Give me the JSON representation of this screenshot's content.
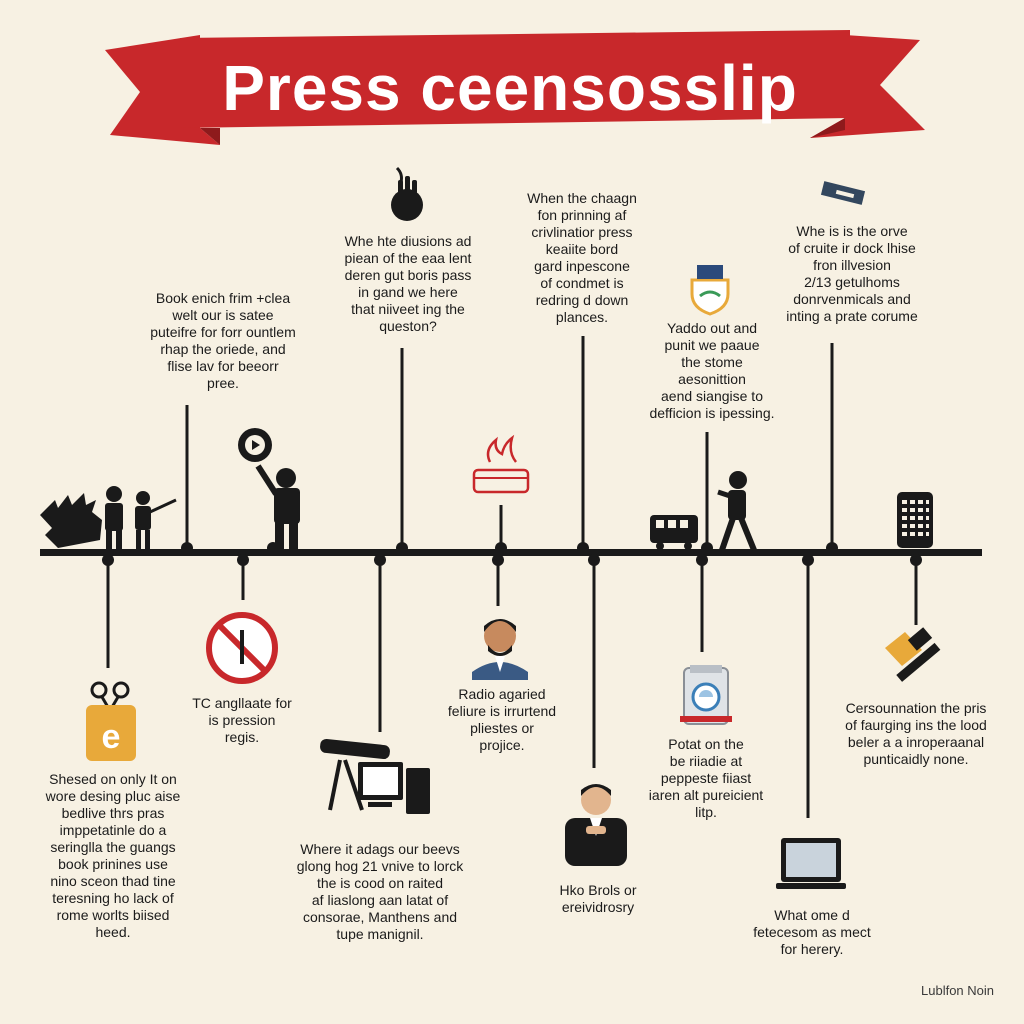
{
  "title": "Press ceensosslip",
  "footer": "Lublfon Noin",
  "colors": {
    "banner": "#c8282b",
    "banner_dark": "#8e1a1c",
    "line": "#1a1a1a",
    "background": "#f7f1e3",
    "accent": "#e8a93a"
  },
  "top_texts": [
    "Book enich frim +clea\nwelt our is satee\nputeifre for forr ountlem\nrhap the oriede, and\nflise lav for beeorr\npree.",
    "Whe hte diusions ad\npiean of the eaa lent\nderen gut boris pass\nin gand we here\nthat niiveet ing the\nqueston?",
    "When the chaagn\nfon prinning af\ncrivlinatior press\nkeaiite bord\ngard inpescone\nof condmet is\nredring d down\nplances.",
    "Yaddo out and\npunit we paaue\nthe stome\naesonittion\naend siangise to\ndefficion is ipessing.",
    "Whe is is the orve\nof cruite ir dock lhise\nfron illvesion\n2/13 getulhoms\ndonrvenmicals and\ninting a prate corume"
  ],
  "bottom_texts": [
    "Shesed on only It on\nwore desing pluc aise\nbedlive thrs pras\nimppetatinle do a\nseringlla the guangs\nbook prinines use\nnino sceon thad tine\nteresning ho lack of\nrome worlts biised\nheed.",
    "TC angllaate for\nis pression\nregis.",
    "Where it adags our beevs\nglong hog 21 vnive to lorck\nthe is cood on raited\naf liaslong aan latat of\nconsorae, Manthens and\ntupe manignil.",
    "Radio agaried\nfeliure is irrurtend\npliestes or\nprojice.",
    "Hko Brols or\nereividrosry",
    "Potat on the\nbe riiadie at\npeppeste fiiast\niaren alt pureicient\nlitp.",
    "What ome d\nfetecesom as mect\nfor herery.",
    "Cersounnation the pris\nof faurging ins the lood\nbeler a a inroperaanal\npunticaidly none."
  ],
  "icons": {
    "hand_bomb": "hand-grenade-icon",
    "tv_sign": "tv-sign-icon",
    "fire_pot": "fire-brazier-icon",
    "shield": "shield-badge-icon",
    "stamp": "stamp-icon",
    "bus": "bus-icon",
    "radio": "radio-device-icon",
    "no_sign": "prohibited-icon",
    "projector": "projector-computer-icon",
    "man_bust": "man-portrait-icon",
    "person_suit": "person-suit-icon",
    "printer": "printer-scanner-icon",
    "laptop": "laptop-icon",
    "hammer": "hammer-icon",
    "scissors_box": "scissors-book-icon",
    "hedgehog": "hedgehog-icon"
  }
}
